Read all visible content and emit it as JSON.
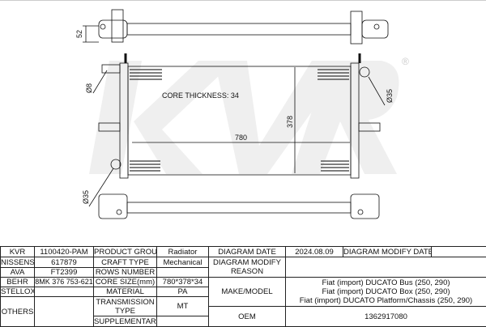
{
  "watermark": {
    "brand": "KVR",
    "registered": "®"
  },
  "drawing": {
    "core_thickness": "CORE THICKNESS: 34",
    "width_dim": "780",
    "height_dim": "378",
    "depth_dim": "52",
    "left_pipe_dia": "Ø8",
    "right_pipe_dia": "Ø35",
    "bottom_pipe_dia": "Ø35"
  },
  "table": {
    "kvr_label": "KVR",
    "kvr_value": "1100420-PAM",
    "nissens_label": "NISSENS",
    "nissens_value": "617879",
    "ava_label": "AVA",
    "ava_value": "FT2399",
    "behr_label": "BEHR",
    "behr_value": "8MK 376 753-621",
    "stellox_label": "STELLOX",
    "stellox_value": "",
    "others_label": "OTHERS",
    "others_value": "",
    "product_group_label": "PRODUCT GROUP",
    "product_group_value": "Radiator",
    "craft_type_label": "CRAFT TYPE",
    "craft_type_value": "Mechanical",
    "rows_number_label": "ROWS NUMBER",
    "rows_number_value": "",
    "core_size_label": "CORE SIZE(mm)",
    "core_size_value": "780*378*34",
    "material_label": "MATERIAL",
    "material_value": "PA",
    "transmission_label": "TRANSMISSION TYPE",
    "transmission_value": "MT",
    "supplementary_label": "SUPPLEMENTARY",
    "supplementary_value": "",
    "diagram_date_label": "DIAGRAM DATE",
    "diagram_date_value": "2024.08.09",
    "diagram_modify_date_label": "DIAGRAM MODIFY DATE",
    "diagram_modify_date_value": "",
    "diagram_modify_reason_label": "DIAGRAM MODIFY REASON",
    "diagram_modify_reason_value": "",
    "make_model_label": "MAKE/MODEL",
    "make_models": [
      "Fiat (import) DUCATO Bus (250, 290)",
      "Fiat (import) DUCATO Box (250, 290)",
      "Fiat (import) DUCATO Platform/Chassis (250, 290)"
    ],
    "oem_label": "OEM",
    "oem_value": "1362917080"
  }
}
